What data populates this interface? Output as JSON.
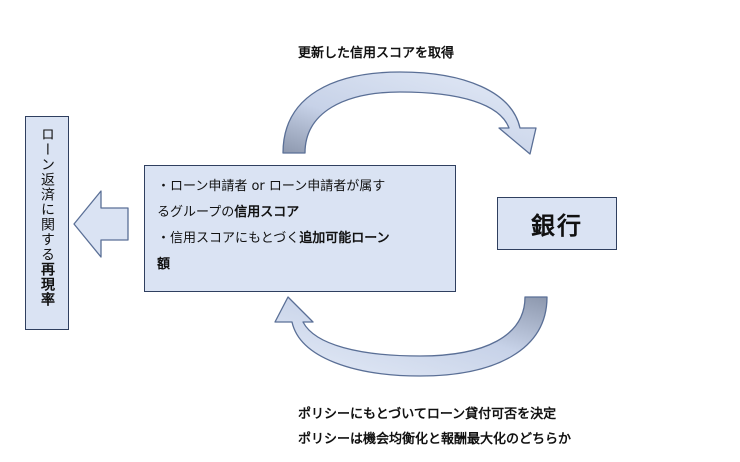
{
  "labels": {
    "top": "更新した信用スコアを取得",
    "bottom_line1": "ポリシーにもとづいてローン貸付可否を決定",
    "bottom_line2": "ポリシーは機会均衡化と報酬最大化のどちらか"
  },
  "repay_box": {
    "text_prefix": "ローン返済に関する",
    "text_bold": "再現率"
  },
  "center_box": {
    "line1_text": "・ローン申請者 or ローン申請者が属す",
    "line2_text": "るグループの",
    "line2_bold": "信用スコア",
    "line3_text": "・信用スコアにもとづく",
    "line3_bold": "追加可能ローン",
    "line4_bold": "額"
  },
  "bank_box": {
    "label": "銀行"
  },
  "colors": {
    "box_fill": "#dae3f3",
    "box_border": "#2f3f5f",
    "arrow_fill_light": "#dae3f3",
    "arrow_fill_dark": "#8c97ad",
    "arrow_stroke": "#5a6f96"
  }
}
